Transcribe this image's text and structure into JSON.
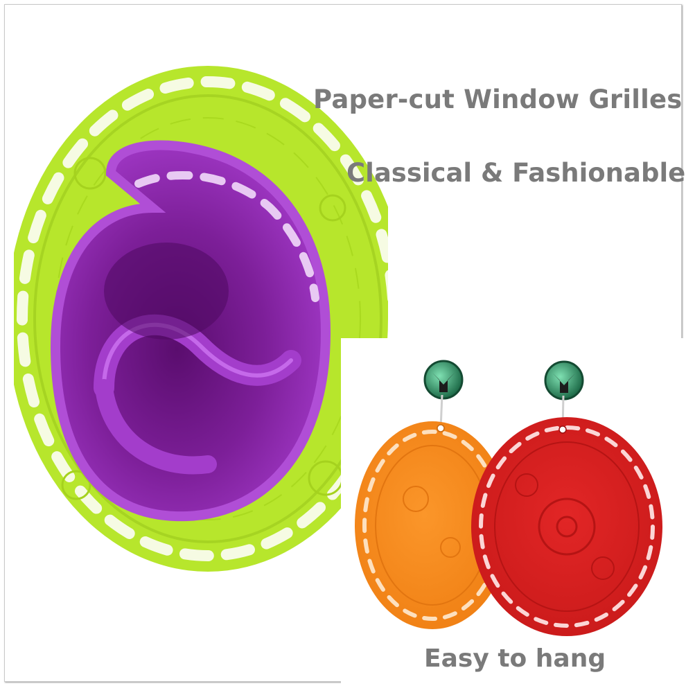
{
  "captions": {
    "line1": "Paper-cut Window Grilles",
    "line2": "Classical & Fashionable",
    "line3": "Easy to hang"
  },
  "colors": {
    "green_mat": "#b6e62a",
    "purple_mat": "#9d2fc2",
    "orange_mat": "#f88718",
    "red_mat": "#d81e1e",
    "caption_text": "#7a7a7a"
  },
  "icons": {
    "hooks": "suction-hook-icon"
  }
}
